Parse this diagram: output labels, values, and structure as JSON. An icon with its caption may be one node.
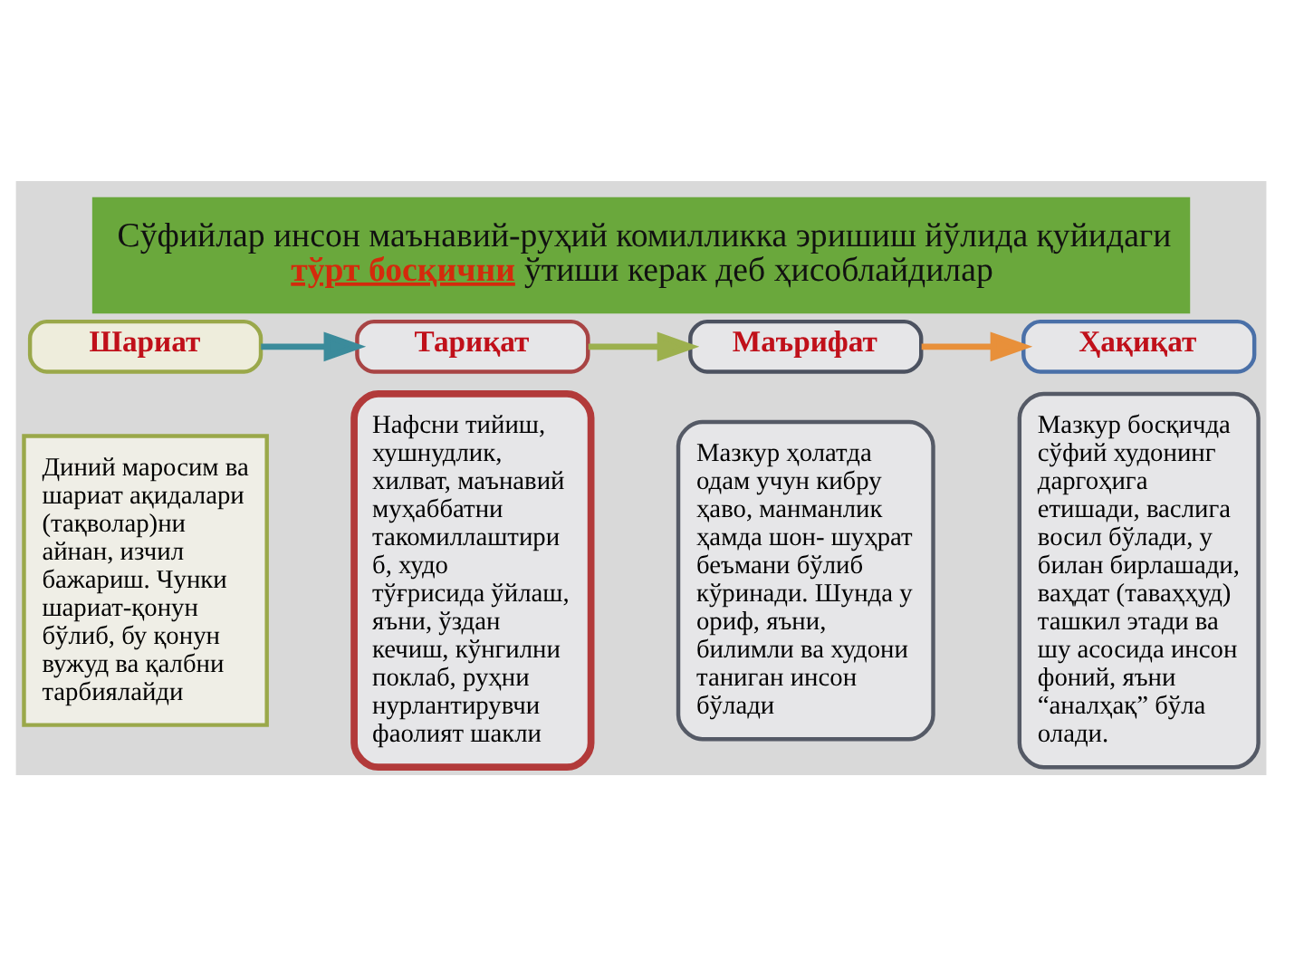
{
  "diagram": {
    "title": "Сўфийлар инсон маънавий-руҳий комилликка эришиш йўлида қуйидаги **тўрт босқични** ўтиши керак деб ҳисоблайдилар",
    "nodes": [
      {
        "text": [
          "Шариат"
        ]
      },
      {
        "text": [
          "Диний маросим ва шариат ақидалари (тақволар)ни айнан, изчил бажариш. Чунки шариат-қонун бўлиб, бу қонун вужуд ва қалбни тарбиялайди"
        ]
      },
      {
        "text": [
          "Тариқат"
        ]
      },
      {
        "text": [
          "Нафсни тийиш, хушнудлик, хилват, маънавий муҳаббатни такомиллаштири б, худо тўғрисида ўйлаш, яъни, ўздан кечиш, кўнгилни поклаб, руҳни нурлантирувчи фаолият шакли"
        ]
      },
      {
        "text": [
          "Маърифат"
        ]
      },
      {
        "text": [
          "Мазкур ҳолатда одам учун кибру ҳаво, манманлик ҳамда шон- шуҳрат беъмани бўлиб кўринади. Шунда у ориф, яъни, билимли ва худони таниган инсон бўлади"
        ]
      },
      {
        "text": [
          "Ҳақиқат"
        ]
      },
      {
        "text": [
          "Мазкур босқичда сўфий худонинг даргоҳига етишади, васлига восил бўлади, у билан бирлашади, ваҳдат (таваҳҳуд) ташкил этади ва шу асосида инсон фоний, яъни “аналҳақ” бўла олади."
        ]
      }
    ],
    "edges": [
      {
        "from": 0,
        "to": 2,
        "arrow": "to",
        "color": "#3b8b9b"
      },
      {
        "from": 2,
        "to": 4,
        "arrow": "to",
        "color": "#9cb04e"
      },
      {
        "from": 4,
        "to": 6,
        "arrow": "to",
        "color": "#e8903a"
      }
    ]
  }
}
